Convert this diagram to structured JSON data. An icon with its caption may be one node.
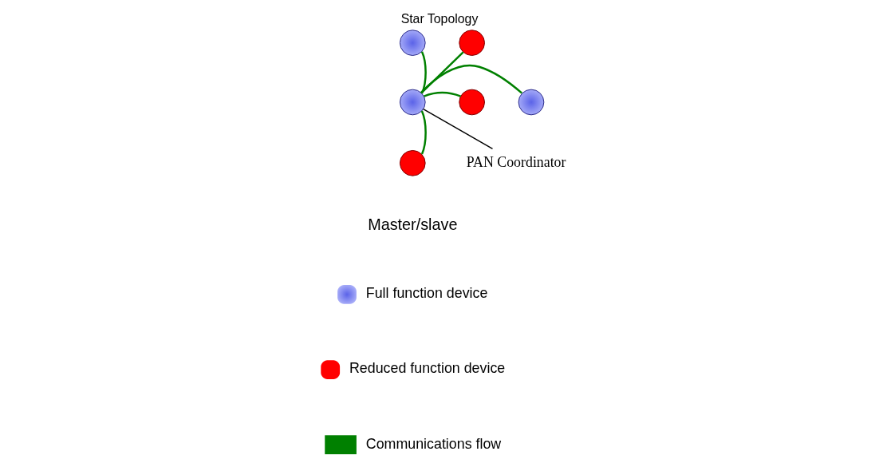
{
  "diagram": {
    "title": "Star Topology",
    "nodes": [
      {
        "text": [],
        "shape": "circle"
      },
      {
        "text": [],
        "shape": "circle"
      },
      {
        "text": [],
        "shape": "circle"
      },
      {
        "text": [],
        "shape": "circle"
      },
      {
        "text": [],
        "shape": "circle"
      },
      {
        "text": [],
        "shape": "circle"
      },
      {
        "text": [
          "PAN Coordinator"
        ]
      }
    ],
    "edges": [
      {
        "from": 0,
        "to": 1,
        "arrow": "none"
      },
      {
        "from": 0,
        "to": 2,
        "arrow": "none"
      },
      {
        "from": 0,
        "to": 3,
        "arrow": "none"
      },
      {
        "from": 0,
        "to": 4,
        "arrow": "none"
      },
      {
        "from": 0,
        "to": 5,
        "arrow": "none"
      },
      {
        "from": 6,
        "to": 0,
        "arrow": "none",
        "color": "#000000"
      }
    ],
    "labels": [
      "Master/slave"
    ],
    "legend": [
      {
        "text": "Full function device"
      },
      {
        "text": "Reduced function device",
        "color": "#ff0000"
      },
      {
        "text": "Communications flow"
      }
    ]
  }
}
